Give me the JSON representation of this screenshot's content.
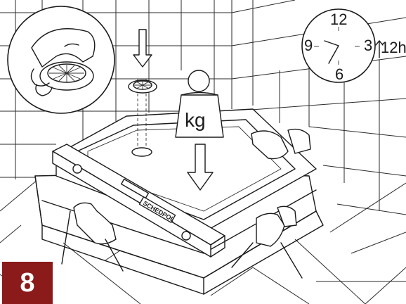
{
  "clock": {
    "top": "12",
    "right": "3",
    "bottom": "6",
    "left": "9",
    "duration": "12h"
  },
  "weight": {
    "unit_label": "kg"
  },
  "level": {
    "brand_label": "SCHEDPOL"
  },
  "step": {
    "number": "8"
  },
  "colors": {
    "badge": "#8b1a1a",
    "badge_text": "#ffffff",
    "lines": "#1a1a1a"
  }
}
